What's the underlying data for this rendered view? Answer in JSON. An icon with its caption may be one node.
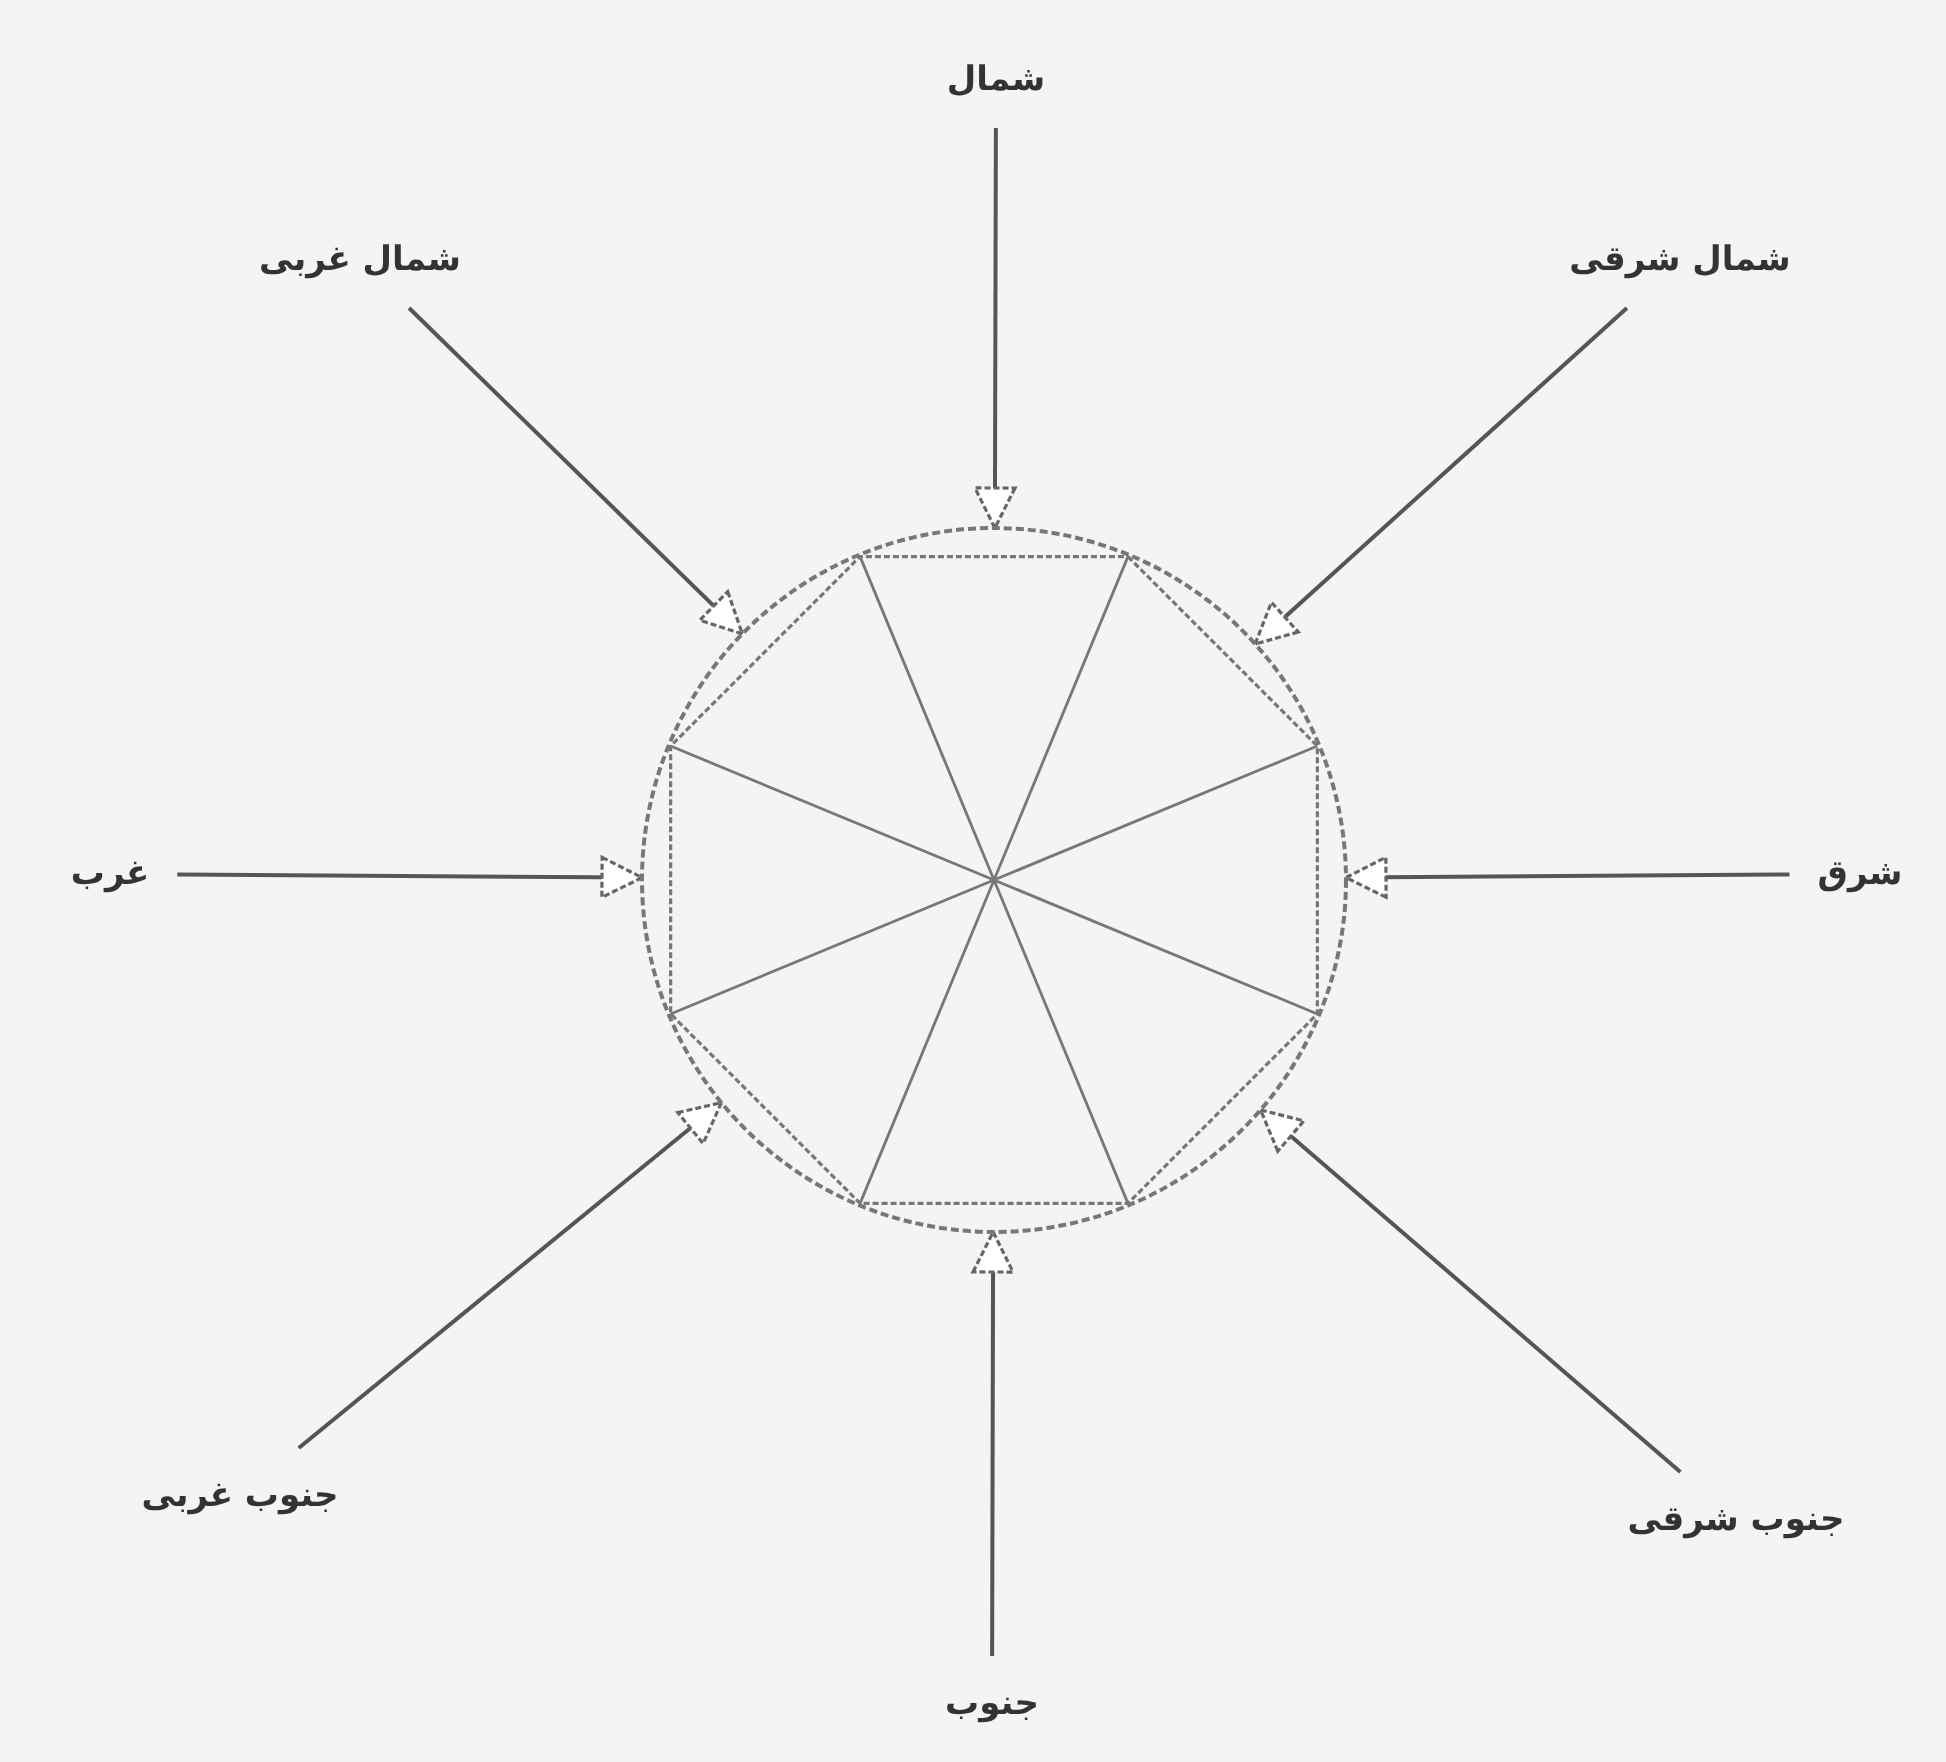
{
  "diagram": {
    "nodes": [
      {
        "text": [
          "شمال"
        ]
      },
      {
        "text": [
          "شمال غربی"
        ]
      },
      {
        "text": [
          "شمال شرقی"
        ]
      },
      {
        "text": [
          "غرب"
        ]
      },
      {
        "text": [
          "شرق"
        ]
      },
      {
        "text": [
          "جنوب غربی"
        ]
      },
      {
        "text": [
          "جنوب شرقی"
        ]
      },
      {
        "text": [
          "جنوب"
        ]
      },
      {
        "text": [],
        "shape": "circle"
      }
    ],
    "edges": [
      {
        "from": 0,
        "to": 8,
        "arrow": "to"
      },
      {
        "from": 1,
        "to": 8,
        "arrow": "to"
      },
      {
        "from": 2,
        "to": 8,
        "arrow": "to"
      },
      {
        "from": 3,
        "to": 8,
        "arrow": "to"
      },
      {
        "from": 4,
        "to": 8,
        "arrow": "to"
      },
      {
        "from": 5,
        "to": 8,
        "arrow": "to"
      },
      {
        "from": 6,
        "to": 8,
        "arrow": "to"
      },
      {
        "from": 7,
        "to": 8,
        "arrow": "to"
      }
    ]
  }
}
